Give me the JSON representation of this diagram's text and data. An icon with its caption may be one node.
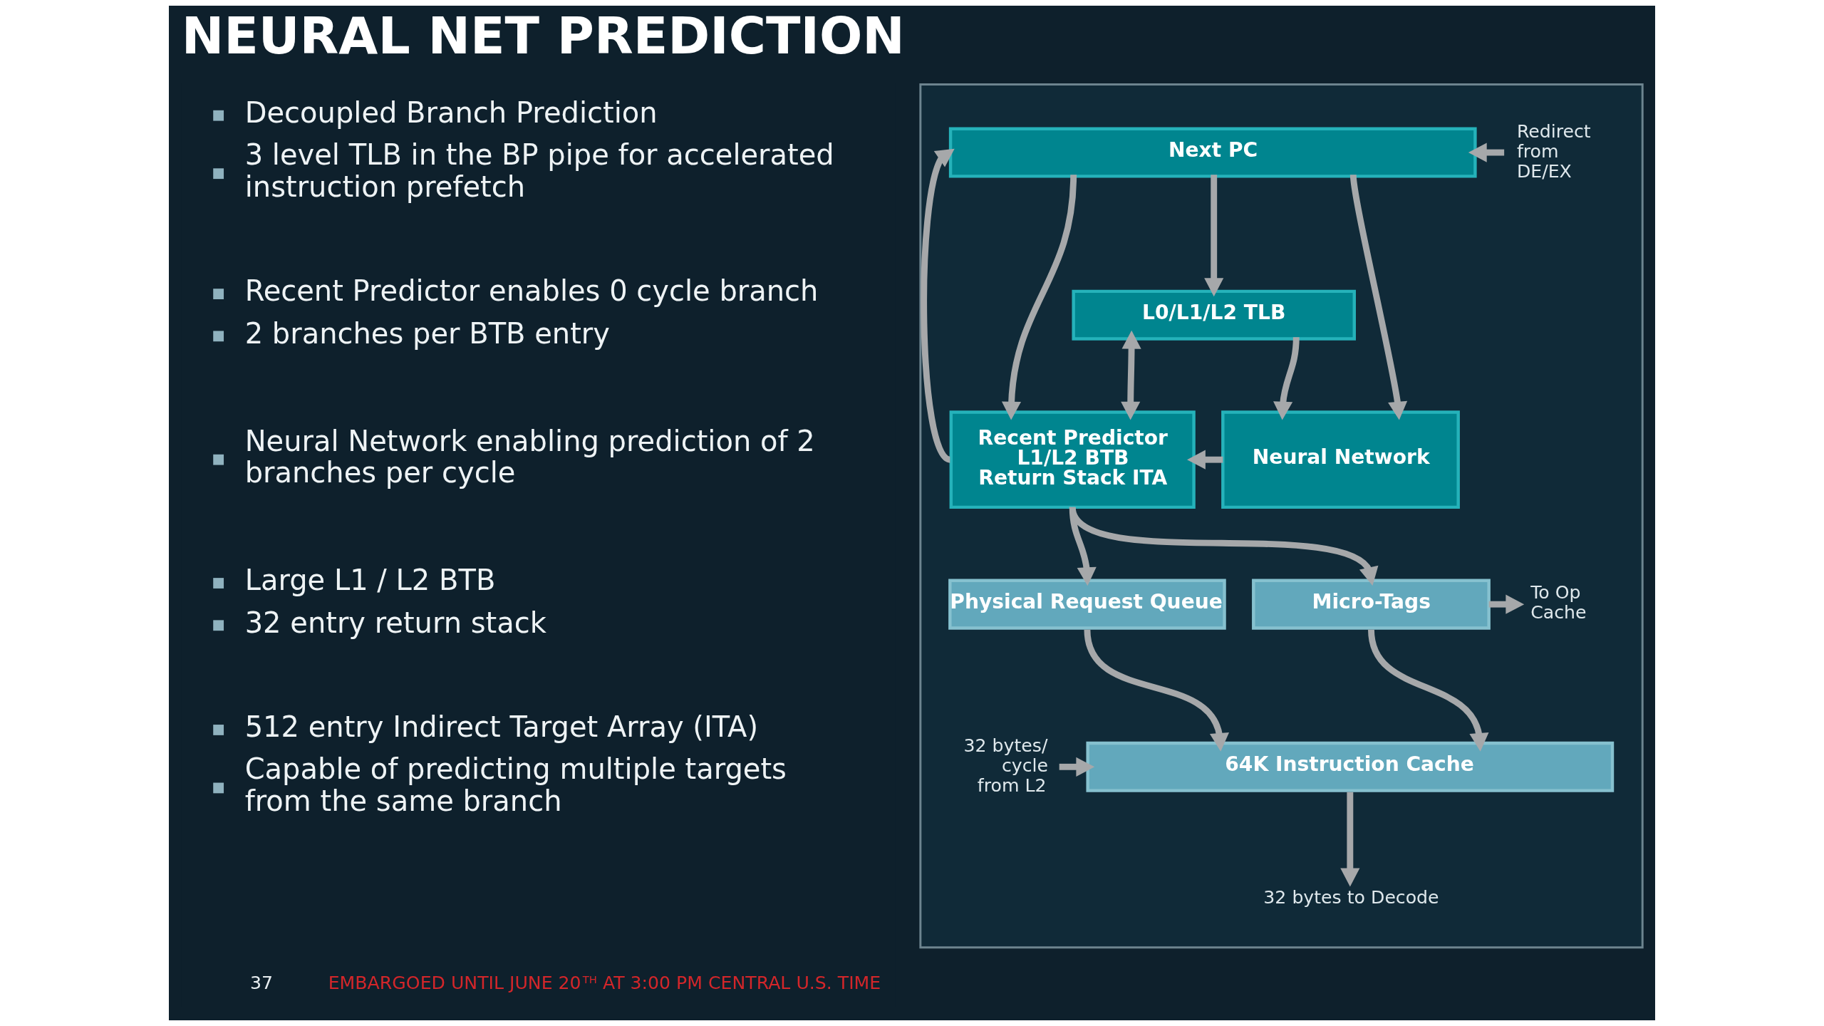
{
  "diagram": {
    "title": "NEURAL NET PREDICTION",
    "nodes": [
      {
        "text": [],
        "shape": "box"
      },
      {
        "text": [
          "Next PC"
        ],
        "in": 0
      },
      {
        "text": [
          "L0/L1/L2 TLB"
        ],
        "in": 0
      },
      {
        "text": [
          "Recent Predictor",
          "L1/L2 BTB",
          "Return Stack ITA"
        ],
        "in": 0
      },
      {
        "text": [
          "Neural Network"
        ],
        "in": 0
      },
      {
        "text": [
          "Physical Request Queue"
        ],
        "in": 0
      },
      {
        "text": [
          "Micro-Tags"
        ],
        "in": 0
      },
      {
        "text": [
          "64K Instruction Cache"
        ],
        "in": 0
      },
      {
        "text": [
          "Redirect from DE/EX"
        ],
        "in": 0
      },
      {
        "text": [
          "To Op Cache"
        ],
        "in": 0
      },
      {
        "text": [
          "32 bytes/ cycle from L2"
        ],
        "in": 0
      },
      {
        "text": [
          "32 bytes to Decode"
        ],
        "in": 0
      }
    ],
    "edges": [
      {
        "from": 1,
        "to": 2,
        "arrow": "to"
      },
      {
        "from": 1,
        "to": 3,
        "arrow": "to"
      },
      {
        "from": 1,
        "to": 4,
        "arrow": "to"
      },
      {
        "from": 2,
        "to": 3,
        "arrow": "both"
      },
      {
        "from": 2,
        "to": 4,
        "arrow": "to"
      },
      {
        "from": 4,
        "to": 3,
        "arrow": "to"
      },
      {
        "from": 3,
        "to": 1,
        "arrow": "to"
      },
      {
        "from": 8,
        "to": 1,
        "arrow": "to"
      },
      {
        "from": 3,
        "to": 5,
        "arrow": "to"
      },
      {
        "from": 3,
        "to": 6,
        "arrow": "to"
      },
      {
        "from": 6,
        "to": 9,
        "arrow": "to"
      },
      {
        "from": 5,
        "to": 7,
        "arrow": "to"
      },
      {
        "from": 6,
        "to": 7,
        "arrow": "to"
      },
      {
        "from": 10,
        "to": 7,
        "arrow": "to"
      },
      {
        "from": 7,
        "to": 11,
        "arrow": "to"
      }
    ],
    "labels": [
      "Decoupled Branch Prediction",
      "3 level TLB in the BP pipe for accelerated instruction prefetch",
      "Recent Predictor enables 0 cycle branch",
      "2 branches per BTB entry",
      "Neural Network enabling prediction of 2 branches per cycle",
      "Large L1 / L2 BTB",
      "32 entry return stack",
      "512 entry Indirect Target Array (ITA)",
      "Capable of predicting multiple targets from the same branch",
      "37",
      "EMBARGOED UNTIL JUNE 20$^{TH}$ AT 3:00 PM CENTRAL U.S. TIME"
    ]
  }
}
